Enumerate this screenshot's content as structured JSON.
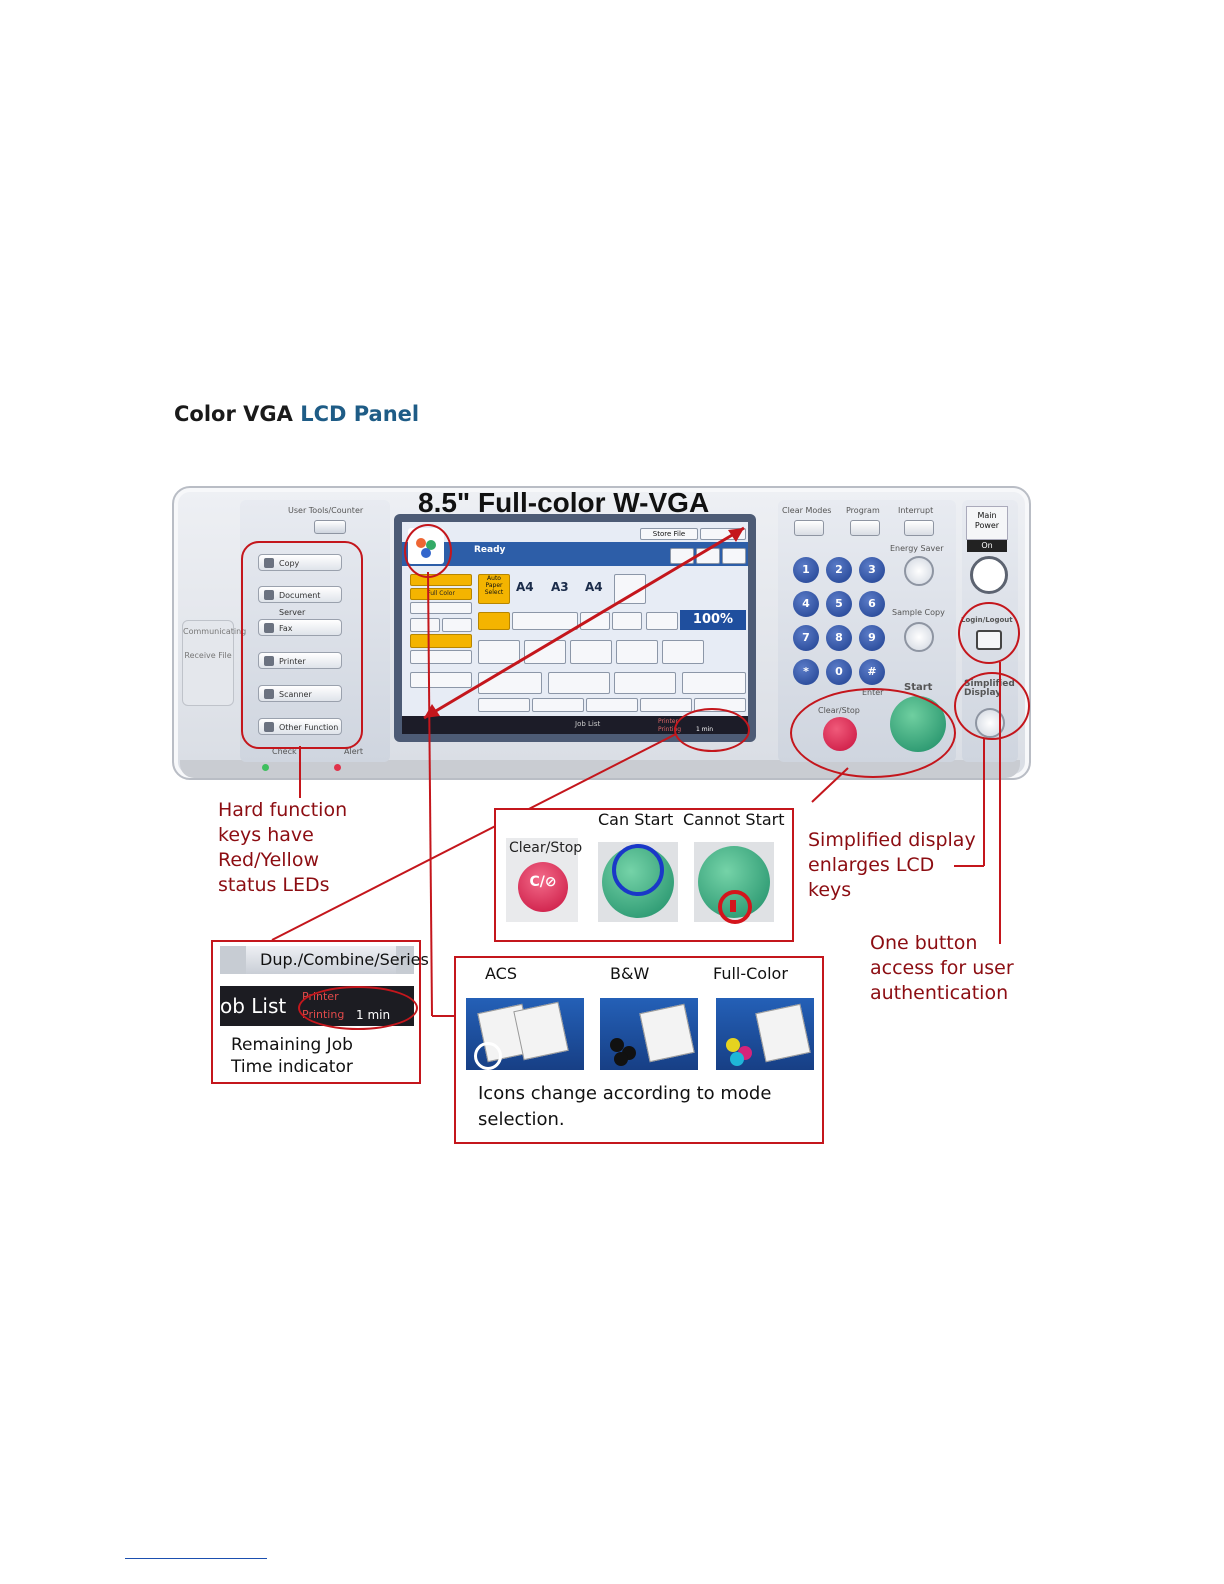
{
  "heading": {
    "part1": "Color VGA",
    "part2": "LCD Panel"
  },
  "lcd_title": "8.5\" Full-color W-VGA",
  "panel": {
    "user_tools": "User Tools/Counter",
    "function_keys": [
      "Copy",
      "Document Server",
      "Fax",
      "Printer",
      "Scanner",
      "Other Function"
    ],
    "status_left": "Check",
    "status_right": "Alert",
    "communicating": "Communicating",
    "receive_file": "Receive File",
    "modes": [
      "Clear Modes",
      "Program",
      "Interrupt"
    ],
    "energy_saver": "Energy Saver",
    "sample_copy": "Sample Copy",
    "main_power": "Main Power",
    "on": "On",
    "login_logout": "Login/Logout",
    "simplified_display": "Simplified Display",
    "clear_stop": "Clear/Stop",
    "enter": "Enter",
    "start": "Start",
    "keys": [
      "1",
      "2",
      "3",
      "4",
      "5",
      "6",
      "7",
      "8",
      "9",
      "*",
      "0",
      "#"
    ]
  },
  "lcd": {
    "ready": "Ready",
    "store_file": "Store File",
    "sizes": [
      "A4",
      "A3",
      "A4"
    ],
    "auto_paper": "Auto Paper Select",
    "full_color": "Full Color",
    "zoom": "100%",
    "footer": [
      "Job List",
      "Printer",
      "Printing",
      "1 min"
    ]
  },
  "annotations": {
    "hard_function": [
      "Hard function",
      "keys have",
      "Red/Yellow",
      "status LEDs"
    ],
    "remaining_job": [
      "Remaining Job",
      "Time indicator"
    ],
    "can_start": "Can Start",
    "cannot_start": "Cannot Start",
    "clear_stop_label": "Clear/Stop",
    "co_label": "C/⊘",
    "simplified": [
      "Simplified display",
      "enlarges LCD",
      "keys"
    ],
    "one_button": [
      "One button",
      "access for user",
      "authentication"
    ],
    "acs": "ACS",
    "bw": "B&W",
    "full_color": "Full-Color",
    "icons_change": [
      "Icons change according to mode",
      "selection."
    ],
    "dup_combine": "Dup./Combine/Series",
    "job_list": "ob List",
    "printer": "Printer",
    "printing": "Printing",
    "one_min": "1 min"
  },
  "colors": {
    "annotation_red": "#c4161c",
    "annotation_text": "#8c0d12",
    "heading_blue": "#1e5c86"
  }
}
